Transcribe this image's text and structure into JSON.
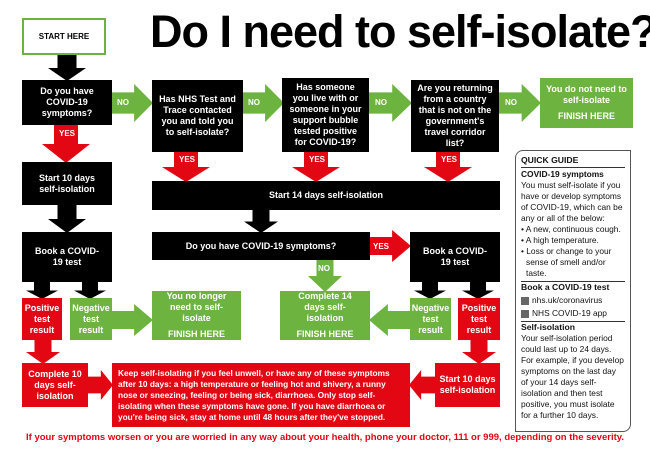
{
  "title": "Do I need to self-isolate?",
  "start": "START HERE",
  "labels": {
    "yes": "YES",
    "no": "NO"
  },
  "q1": "Do you have COVID-19 symptoms?",
  "q2": "Has NHS Test and Trace contacted you and told you to self-isolate?",
  "q3": "Has someone you live with or someone in your support bubble tested positive for COVID-19?",
  "q4": "Are you returning from a country that is not on the government's travel corridor list?",
  "no_need": {
    "text": "You do not need to self-isolate",
    "finish": "FINISH HERE"
  },
  "start10": "Start 10 days self-isolation",
  "start14": "Start 14 days self-isolation",
  "book_test": "Book a COVID-19 test",
  "q_symptoms": "Do you have COVID-19 symptoms?",
  "positive": "Positive test result",
  "negative": "Negative test result",
  "no_longer": {
    "text": "You no longer need to self-isolate",
    "finish": "FINISH HERE"
  },
  "complete14": {
    "text": "Complete 14 days self-isolation",
    "finish": "FINISH HERE"
  },
  "complete10": "Complete 10 days self-isolation",
  "keep": "Keep self-isolating if you feel unwell, or have any of these symptoms after 10 days: a high temperature or feeling hot and shivery, a runny nose or sneezing, feeling or being sick, diarrhoea. Only stop self-isolating when these symptoms have gone. If you have diarrhoea or you're being sick, stay at home until 48 hours after they've stopped.",
  "start10_right": "Start 10 days self-isolation",
  "guide": {
    "heading": "QUICK GUIDE",
    "symptoms_title": "COVID-19 symptoms",
    "symptoms_intro": "You must self-isolate if you have or develop symptoms of COVID-19, which can be any or all of the below:",
    "symptoms": [
      "• A new, continuous cough.",
      "• A high temperature.",
      "• Loss or change to your sense of smell and/or taste."
    ],
    "book_title": "Book a COVID-19 test",
    "links": [
      "nhs.uk/coronavirus",
      "NHS COVID-19 app"
    ],
    "iso_title": "Self-isolation",
    "iso_text": "Your self-isolation period could last up to 24 days. For example, if you develop symptoms on the last day of your 14 days self-isolation and then test positive, you must isolate for a further 10 days."
  },
  "footer": "If your symptoms worsen or you are worried in any way about your health, phone your doctor, 111 or 999, depending on the severity.",
  "colors": {
    "green": "#6db33f",
    "red": "#e30613",
    "black": "#000000"
  }
}
